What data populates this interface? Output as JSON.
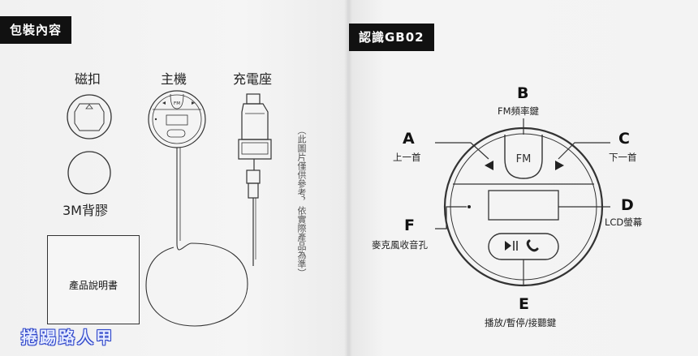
{
  "left_page": {
    "banner": "包裝內容",
    "labels": {
      "magnet": "磁扣",
      "host": "主機",
      "charger": "充電座",
      "adhesive": "3M背膠",
      "manual": "產品說明書"
    },
    "host_fm": "FM",
    "vertical_note": "（此圖片僅供參考，依實際產品為準）"
  },
  "right_page": {
    "banner": "認識GB02",
    "device_fm": "FM",
    "callouts": [
      {
        "letter": "A",
        "text": "上一首"
      },
      {
        "letter": "B",
        "text": "FM頻率鍵"
      },
      {
        "letter": "C",
        "text": "下一首"
      },
      {
        "letter": "D",
        "text": "LCD螢幕"
      },
      {
        "letter": "E",
        "text": "播放/暫停/接聽鍵"
      },
      {
        "letter": "F",
        "text": "麥克風收音孔"
      }
    ]
  },
  "watermark": "捲踢路人甲"
}
